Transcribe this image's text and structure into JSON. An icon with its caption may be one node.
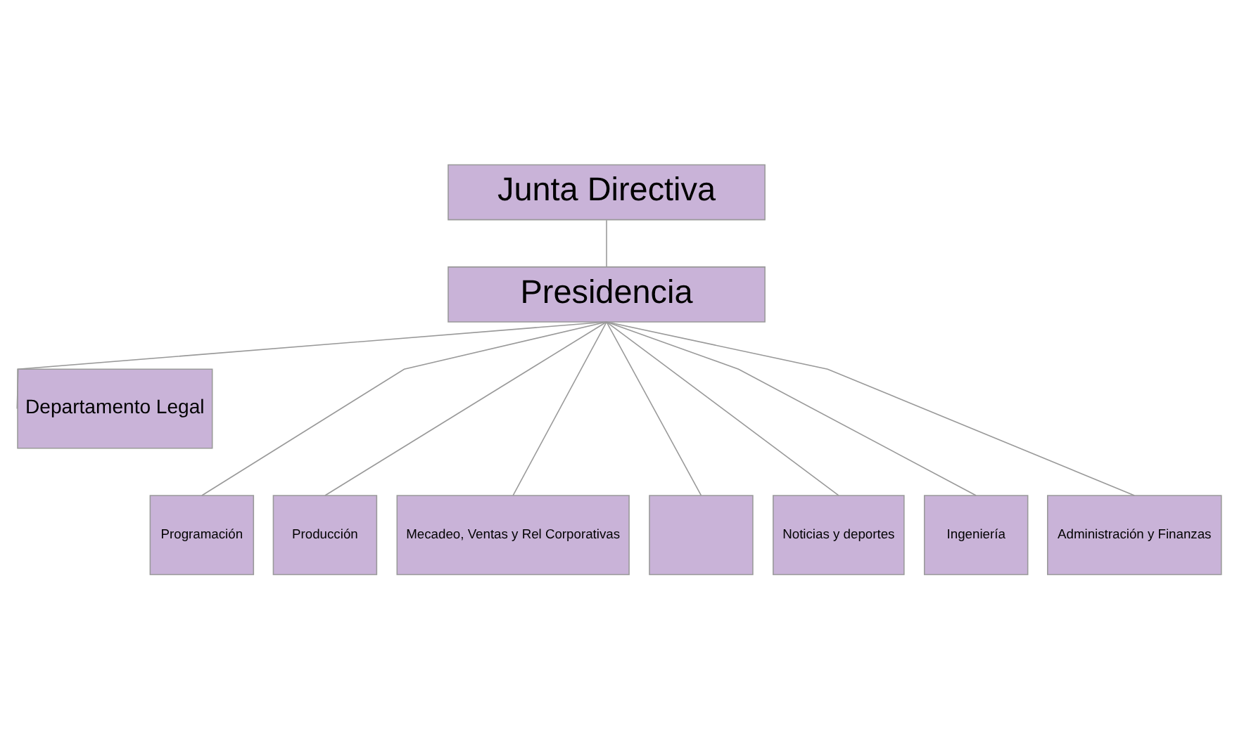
{
  "diagram": {
    "nodes": [
      {
        "text": [
          "Junta Directiva"
        ]
      },
      {
        "text": [
          "Presidencia"
        ]
      },
      {
        "text": [
          "Departamento Legal"
        ]
      },
      {
        "text": [
          "Programación"
        ]
      },
      {
        "text": [
          "Producción"
        ]
      },
      {
        "text": [
          "Mecadeo, Ventas y Rel Corporativas"
        ]
      },
      {
        "text": [],
        "shape": "box"
      },
      {
        "text": [
          "Noticias y deportes"
        ]
      },
      {
        "text": [
          "Ingeniería"
        ]
      },
      {
        "text": [
          "Administración y Finanzas"
        ]
      }
    ],
    "edges": [
      {
        "from": 0,
        "to": 1,
        "arrow": "none"
      },
      {
        "from": 1,
        "to": 2,
        "arrow": "none"
      },
      {
        "from": 1,
        "to": 3,
        "arrow": "none"
      },
      {
        "from": 1,
        "to": 4,
        "arrow": "none"
      },
      {
        "from": 1,
        "to": 5,
        "arrow": "none"
      },
      {
        "from": 1,
        "to": 6,
        "arrow": "none"
      },
      {
        "from": 1,
        "to": 7,
        "arrow": "none"
      },
      {
        "from": 1,
        "to": 8,
        "arrow": "none"
      },
      {
        "from": 1,
        "to": 9,
        "arrow": "none"
      }
    ]
  }
}
